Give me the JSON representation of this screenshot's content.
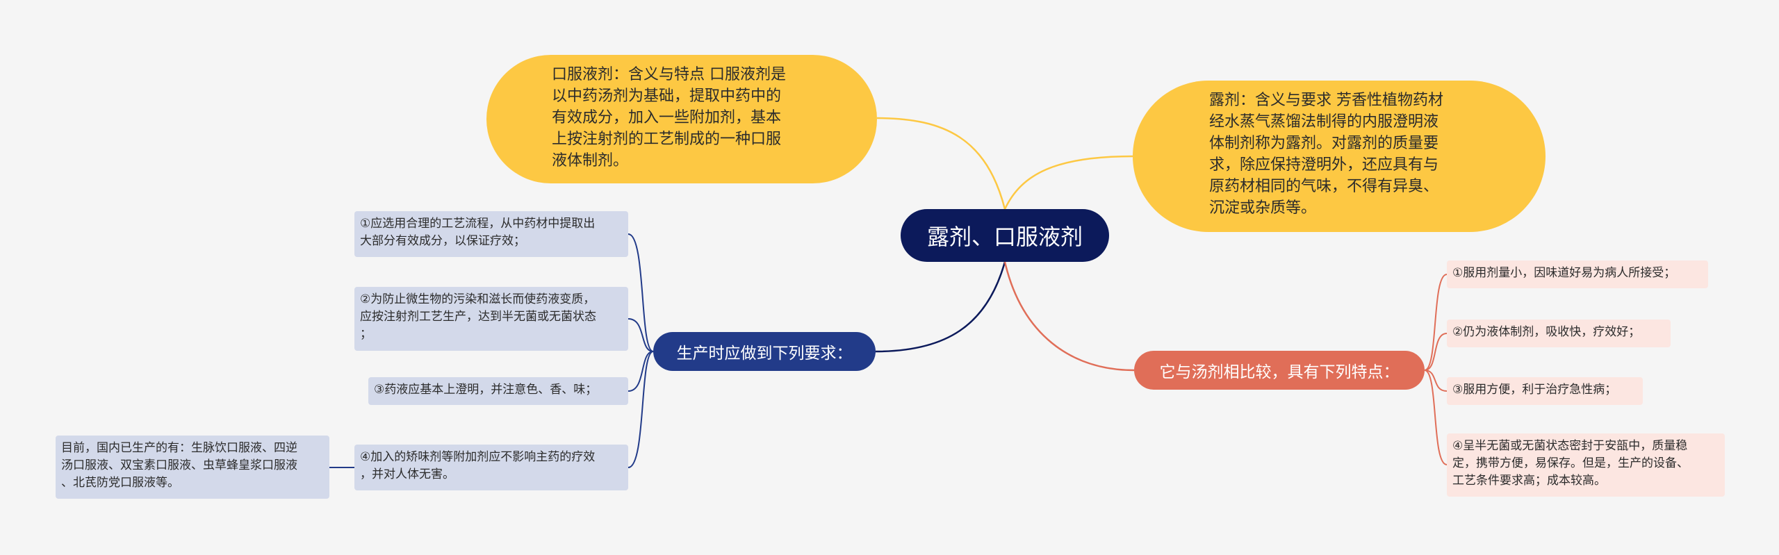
{
  "mindmap": {
    "root": "露剂、口服液剂",
    "oral": "口服液剂：含义与特点 口服液剂是\n以中药汤剂为基础，提取中药中的\n有效成分，加入一些附加剂，基本\n上按注射剂的工艺制成的一种口服\n液体制剂。",
    "lu": "露剂：含义与要求 芳香性植物药材\n经水蒸气蒸馏法制得的内服澄明液\n体制剂称为露剂。对露剂的质量要\n求，除应保持澄明外，还应具有与\n原药材相同的气味，不得有异臭、\n沉淀或杂质等。",
    "production": {
      "label": "生产时应做到下列要求：",
      "items": [
        "①应选用合理的工艺流程，从中药材中提取出\n大部分有效成分，以保证疗效；",
        "②为防止微生物的污染和滋长而使药液变质，\n应按注射剂工艺生产，达到半无菌或无菌状态\n；",
        "③药液应基本上澄明，并注意色、香、味；",
        "④加入的矫味剂等附加剂应不影响主药的疗效\n，并对人体无害。"
      ],
      "current": "目前，国内已生产的有：生脉饮口服液、四逆\n汤口服液、双宝素口服液、虫草蜂皇浆口服液\n、北芪防党口服液等。"
    },
    "comparison": {
      "label": "它与汤剂相比较，具有下列特点：",
      "items": [
        "①服用剂量小，因味道好易为病人所接受；",
        "②仍为液体制剂，吸收快，疗效好；",
        "③服用方便，利于治疗急性病；",
        "④呈半无菌或无菌状态密封于安瓿中，质量稳\n定，携带方便，易保存。但是，生产的设备、\n工艺条件要求高；成本较高。"
      ]
    }
  },
  "colors": {
    "root": "#0c1a5b",
    "yellow": "#fdc843",
    "production": "#223b89",
    "comparison": "#e06e58",
    "leaf_blue": "#d3d9ea",
    "leaf_pink": "#fce6e1"
  }
}
